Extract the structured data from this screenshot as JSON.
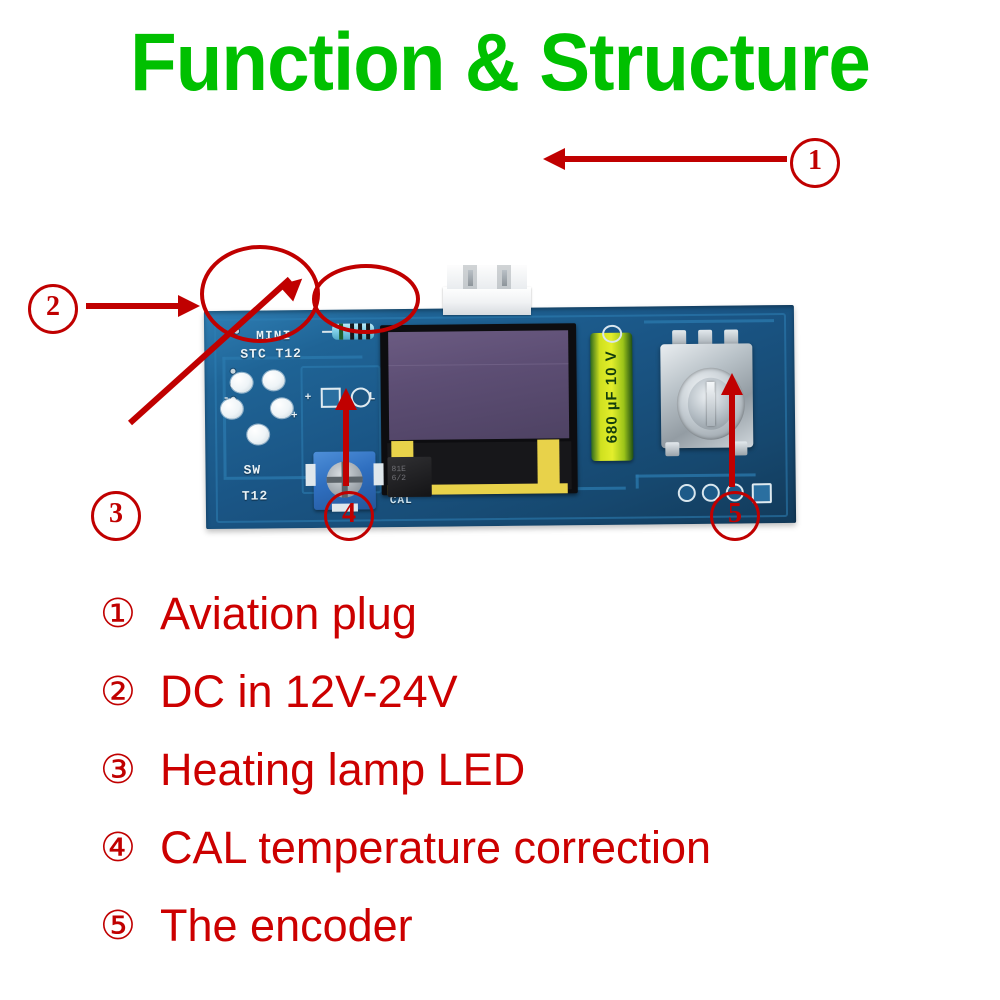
{
  "page": {
    "title": "Function & Structure",
    "title_color": "#00c000",
    "annotation_color": "#c00000",
    "background": "#ffffff"
  },
  "board": {
    "silkscreen": [
      {
        "text": "MINI",
        "name": "silk-mini"
      },
      {
        "text": "STC T12",
        "name": "silk-stc-t12"
      },
      {
        "text": "SW",
        "name": "silk-sw"
      },
      {
        "text": "T12",
        "name": "silk-t12"
      },
      {
        "text": "CAL",
        "name": "silk-cal"
      },
      {
        "text": "+",
        "name": "silk-plus-dc"
      },
      {
        "text": "-",
        "name": "silk-minus-dc"
      },
      {
        "text": "+",
        "name": "silk-plus-led"
      },
      {
        "text": "L",
        "name": "silk-l-led"
      }
    ],
    "capacitor_label": "680 µF  10 V",
    "capacitor_value": "680µF",
    "capacitor_voltage": "10V",
    "ic_marking": "81E\n6/2",
    "pcb_color": "#1a5585",
    "display_color": "#5d4e74"
  },
  "callouts": [
    {
      "id": "1",
      "marker": "①",
      "target": "aviation-plug"
    },
    {
      "id": "2",
      "marker": "②",
      "target": "dc-input-pads"
    },
    {
      "id": "3",
      "marker": "③",
      "target": "heating-lamp-led"
    },
    {
      "id": "4",
      "marker": "④",
      "target": "cal-trimmer"
    },
    {
      "id": "5",
      "marker": "⑤",
      "target": "rotary-encoder"
    }
  ],
  "legend": [
    {
      "marker": "①",
      "label": "Aviation plug"
    },
    {
      "marker": "②",
      "label": "DC in 12V-24V"
    },
    {
      "marker": "③",
      "label": "Heating lamp LED"
    },
    {
      "marker": "④",
      "label": "CAL temperature correction"
    },
    {
      "marker": "⑤",
      "label": "The encoder"
    }
  ]
}
